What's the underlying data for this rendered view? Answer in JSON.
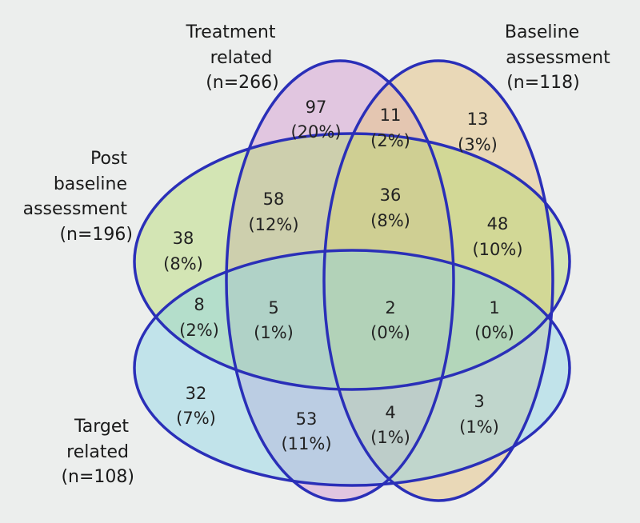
{
  "sets": {
    "treatment": {
      "lines": [
        "Treatment",
        "related",
        "(n=266)"
      ],
      "color": "#d9a6d6"
    },
    "baseline": {
      "lines": [
        "Baseline",
        "assessment",
        "(n=118)"
      ],
      "color": "#e8c78a"
    },
    "post": {
      "lines": [
        "Post",
        "baseline",
        "assessment",
        "(n=196)"
      ],
      "color": "#b5d96e"
    },
    "target": {
      "lines": [
        "Target",
        "related",
        "(n=108)"
      ],
      "color": "#8fd4e6"
    }
  },
  "regions": [
    {
      "id": "t-only",
      "count": "97",
      "pct": "(20%)"
    },
    {
      "id": "t-b",
      "count": "11",
      "pct": "(2%)"
    },
    {
      "id": "b-only",
      "count": "13",
      "pct": "(3%)"
    },
    {
      "id": "p-t",
      "count": "58",
      "pct": "(12%)"
    },
    {
      "id": "p-t-b",
      "count": "36",
      "pct": "(8%)"
    },
    {
      "id": "p-only",
      "count": "38",
      "pct": "(8%)"
    },
    {
      "id": "p-b",
      "count": "48",
      "pct": "(10%)"
    },
    {
      "id": "p-g",
      "count": "8",
      "pct": "(2%)"
    },
    {
      "id": "p-t-g",
      "count": "5",
      "pct": "(1%)"
    },
    {
      "id": "p-t-b-g",
      "count": "2",
      "pct": "(0%)"
    },
    {
      "id": "p-b-g",
      "count": "1",
      "pct": "(0%)"
    },
    {
      "id": "g-only",
      "count": "32",
      "pct": "(7%)"
    },
    {
      "id": "t-g",
      "count": "53",
      "pct": "(11%)"
    },
    {
      "id": "t-b-g",
      "count": "4",
      "pct": "(1%)"
    },
    {
      "id": "b-g",
      "count": "3",
      "pct": "(1%)"
    }
  ],
  "outline_color": "#2a2fb8"
}
